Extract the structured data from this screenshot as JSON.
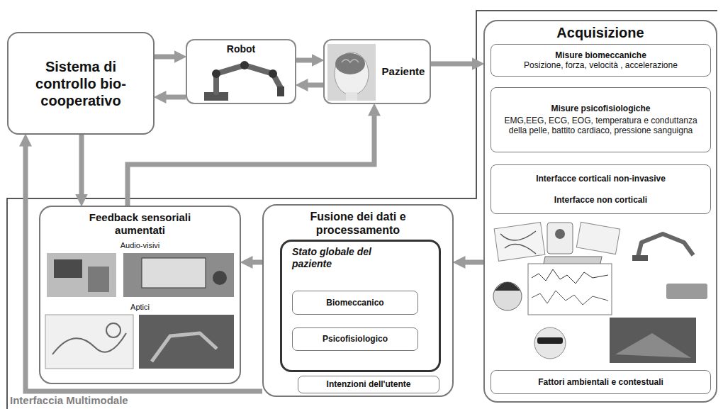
{
  "diagram": {
    "nodes": [
      {
        "text": [
          "Sistema di controllo bio-cooperativo"
        ]
      },
      {
        "text": [
          "Robot"
        ]
      },
      {
        "text": [
          "Paziente"
        ]
      },
      {
        "text": [
          "Acquisizione"
        ]
      },
      {
        "text": [
          "Misure biomeccaniche",
          "Posizione, forza, velocità , accelerazione"
        ],
        "in": 3
      },
      {
        "text": [
          "Misure psicofisiologiche",
          "EMG,EEG, ECG, EOG, temperatura e conduttanza della pelle, battito cardiaco, pressione sanguigna"
        ],
        "in": 3
      },
      {
        "text": [
          "Interfacce corticali non-invasive",
          "Interfacce non corticali"
        ],
        "in": 3
      },
      {
        "text": [
          "Fattori ambientali e contestuali"
        ],
        "in": 3
      },
      {
        "text": [
          "Feedback sensoriali aumentati",
          "Audio-visivi",
          "Aptici"
        ]
      },
      {
        "text": [
          "Fusione dei dati e processamento"
        ]
      },
      {
        "text": [
          "Stato globale del paziente"
        ],
        "in": 9
      },
      {
        "text": [
          "Biomeccanico"
        ],
        "in": 10
      },
      {
        "text": [
          "Psicofisiologico"
        ],
        "in": 10
      },
      {
        "text": [
          "Intenzioni dell'utente"
        ],
        "in": 9
      }
    ],
    "edges": [
      {
        "from": 0,
        "to": 1,
        "arrow": "to"
      },
      {
        "from": 1,
        "to": 0,
        "arrow": "to"
      },
      {
        "from": 1,
        "to": 2,
        "arrow": "to"
      },
      {
        "from": 2,
        "to": 1,
        "arrow": "to"
      },
      {
        "from": 2,
        "to": 3,
        "arrow": "to"
      },
      {
        "from": 3,
        "to": 9,
        "arrow": "to"
      },
      {
        "from": 9,
        "to": 8,
        "arrow": "to"
      },
      {
        "from": 0,
        "to": 8,
        "arrow": "to"
      },
      {
        "from": 8,
        "to": 2,
        "arrow": "to"
      },
      {
        "from": 9,
        "to": 0,
        "arrow": "to"
      }
    ],
    "labels": [
      "Interfaccia Multimodale"
    ]
  }
}
